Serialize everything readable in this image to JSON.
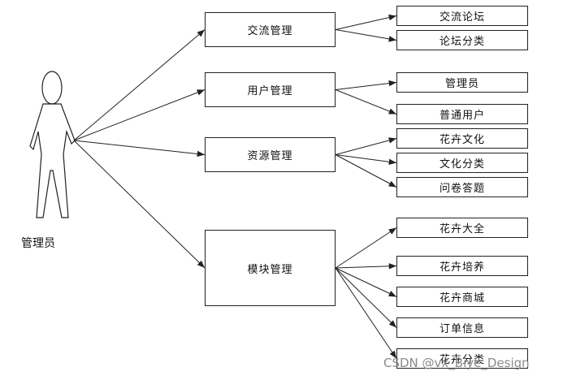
{
  "actor": {
    "label": "管理员"
  },
  "modules": [
    {
      "label": "交流管理",
      "children": [
        "交流论坛",
        "论坛分类"
      ]
    },
    {
      "label": "用户管理",
      "children": [
        "管理员",
        "普通用户"
      ]
    },
    {
      "label": "资源管理",
      "children": [
        "花卉文化",
        "文化分类",
        "问卷答题"
      ]
    },
    {
      "label": "模块管理",
      "children": [
        "花卉大全",
        "花卉培养",
        "花卉商城",
        "订单信息",
        "花卉分类"
      ]
    }
  ],
  "watermark": "CSDN @vx_Biye_Design",
  "colors": {
    "line": "#222222",
    "box_border": "#222222",
    "watermark": "#8a8a8a"
  }
}
